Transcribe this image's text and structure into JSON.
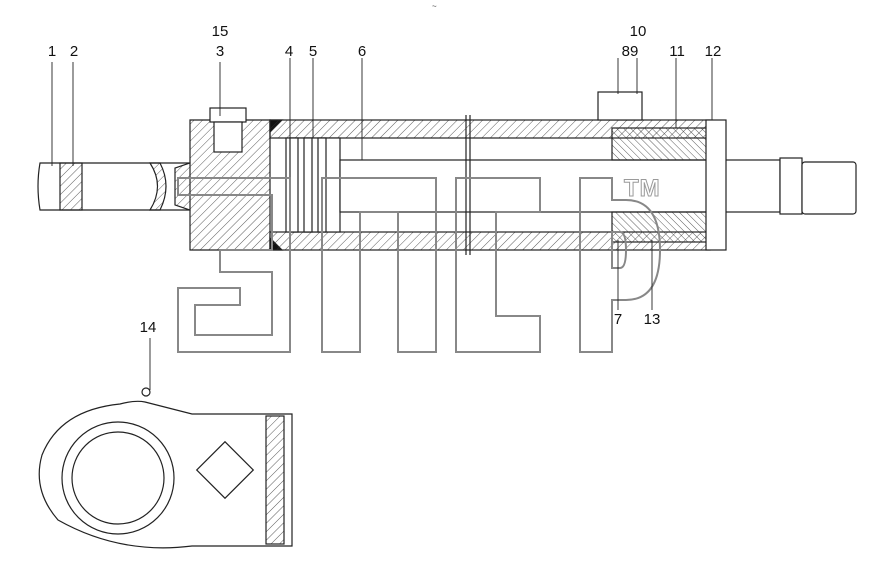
{
  "watermark": {
    "letters": "ЭПСР",
    "trademark": "TM"
  },
  "header_mark": "~",
  "callouts": {
    "c1": "1",
    "c2": "2",
    "c3": "3",
    "c4": "4",
    "c5": "5",
    "c6": "6",
    "c7": "7",
    "c89": "89",
    "c10": "10",
    "c11": "11",
    "c12": "12",
    "c13": "13",
    "c14": "14",
    "c15": "15"
  }
}
